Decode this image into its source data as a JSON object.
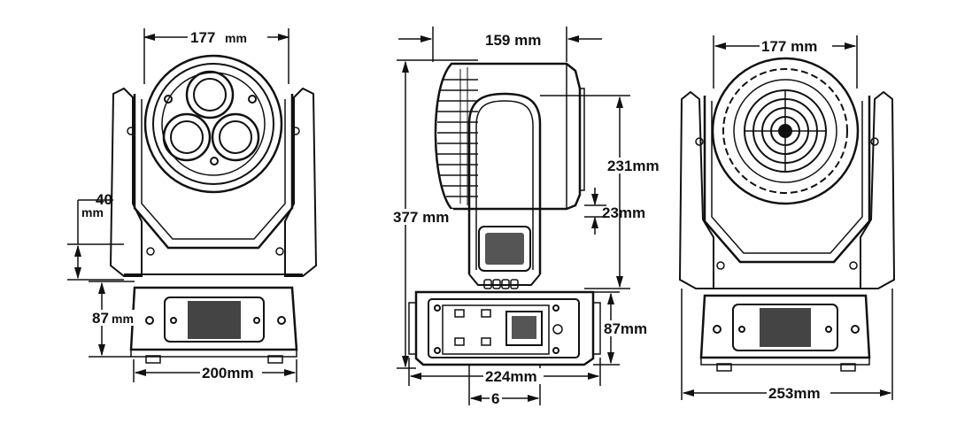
{
  "front_view": {
    "width_top": "177",
    "width_top_unit": "mm",
    "offset_value": "40",
    "offset_unit": "mm",
    "base_height": "87",
    "base_height_unit": "mm",
    "base_width": "200mm"
  },
  "side_view": {
    "head_depth": "159 mm",
    "total_height": "377 mm",
    "arm_height": "231mm",
    "arm_offset": "23mm",
    "base_height": "87mm",
    "base_width": "224mm",
    "mount_spacing": "6"
  },
  "back_view": {
    "width_top": "177 mm",
    "base_width": "253mm"
  }
}
